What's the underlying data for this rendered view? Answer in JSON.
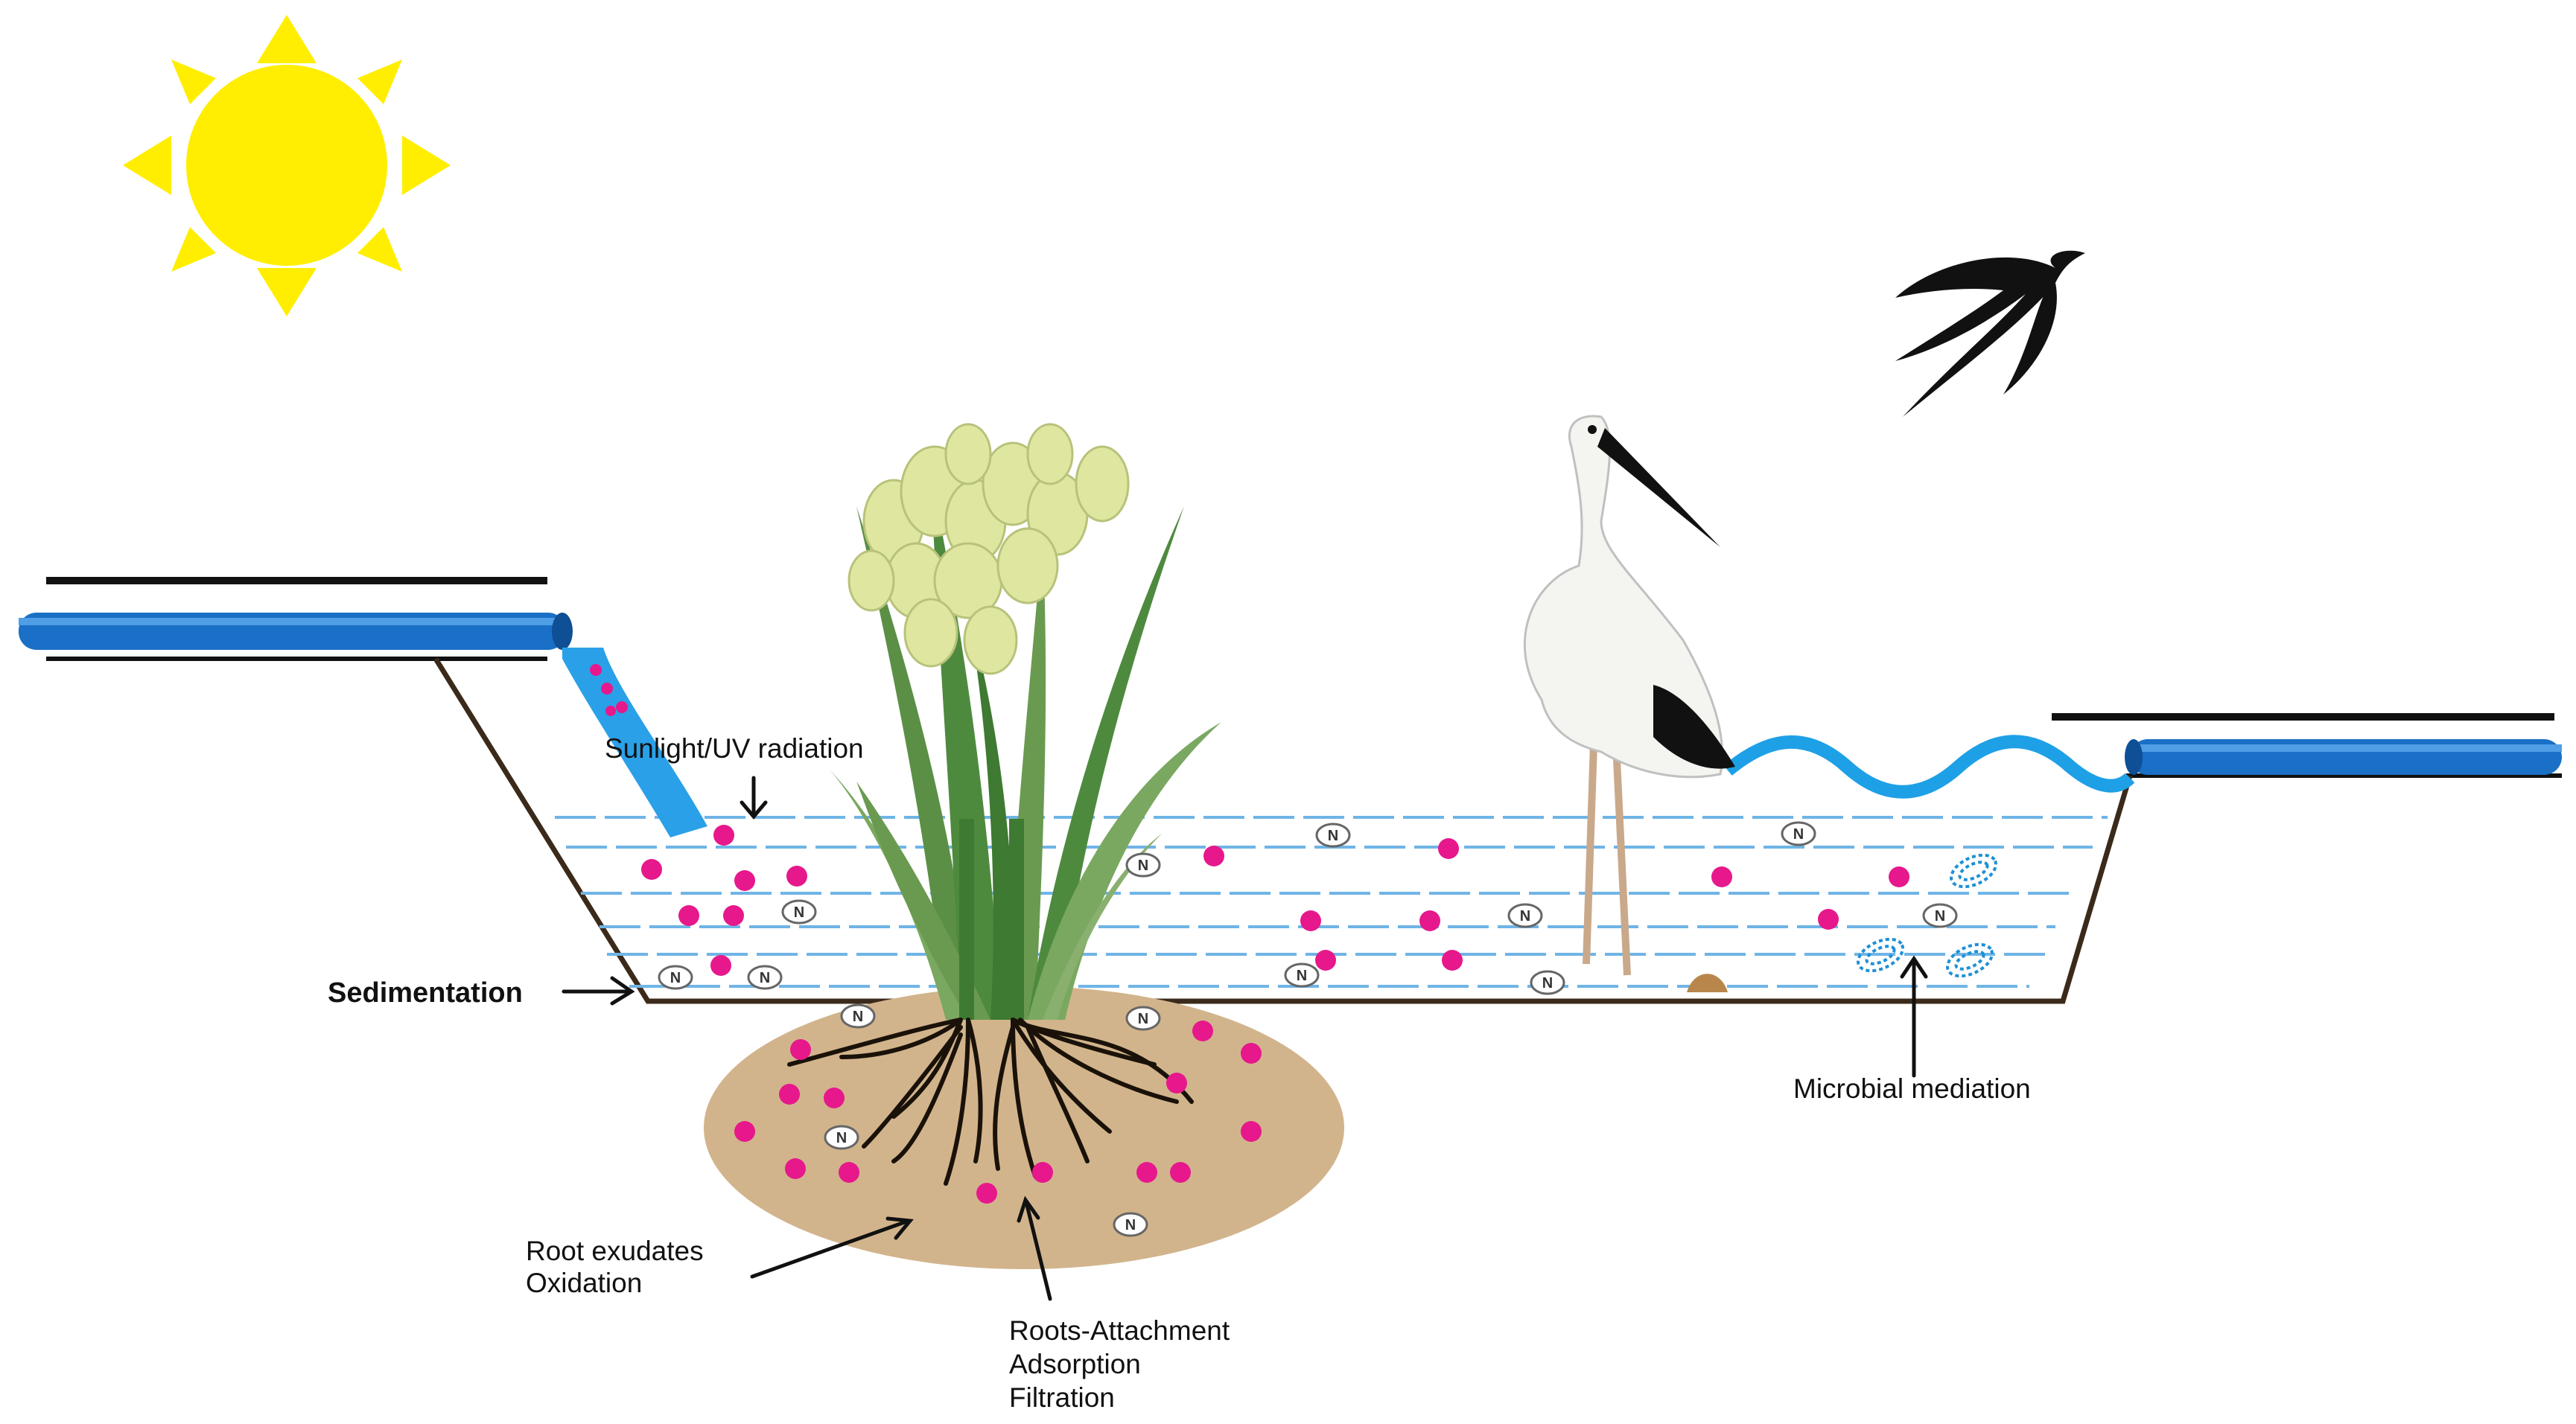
{
  "labels": {
    "sunlight": "Sunlight/UV radiation",
    "sedimentation": "Sedimentation",
    "microbial": "Microbial mediation",
    "root_exudates_line1": "Root exudates",
    "root_exudates_line2": "Oxidation",
    "roots_line1": "Roots-Attachment",
    "roots_line2": "Adsorption",
    "roots_line3": "Filtration"
  },
  "markers": {
    "nitrogen_symbol": "N"
  },
  "colors": {
    "sun": "#ffee00",
    "pipe": "#1a6fc6",
    "water_lines": "#6fb4e6",
    "wavy_pipe": "#1ea0e6",
    "sediment": "#d2b48c",
    "pollutant": "#e6188c",
    "microbe": "#1e90d6",
    "plant_green": "#4e8a3e",
    "flower": "#dfe6a0",
    "bird": "#111111"
  },
  "icons": [
    "sun-icon",
    "swallow-icon",
    "stork-icon",
    "reed-plant-icon",
    "pollutant-particle-icon",
    "nitrogen-icon",
    "microbe-icon",
    "inlet-pipe-icon",
    "outlet-pipe-icon"
  ]
}
